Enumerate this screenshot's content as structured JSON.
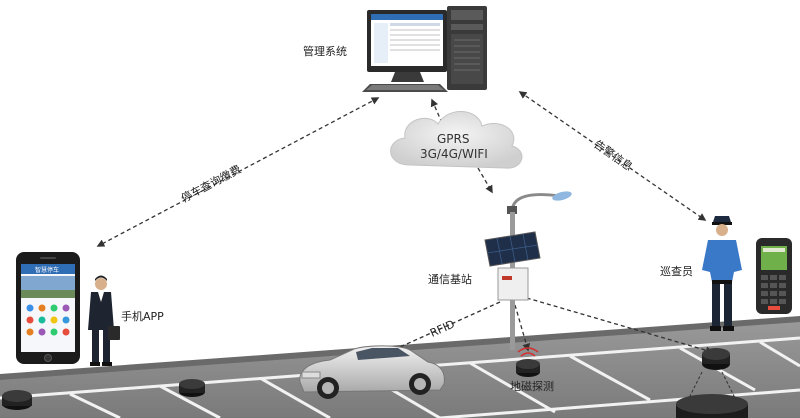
{
  "nodes": {
    "management": "管理系统",
    "base_station": "通信基站",
    "phone_app": "手机APP",
    "inspector": "巡查员",
    "sensor": "地磁探测"
  },
  "network": {
    "line1": "GPRS",
    "line2": "3G/4G/WIFI"
  },
  "links": {
    "left": "停车查询缴费",
    "right": "告警信息",
    "rfid": "RFID"
  },
  "phone_screen": {
    "banner": "智慧停车"
  },
  "colors": {
    "road": "#8c8c8c",
    "road_edge": "#6f6f6f",
    "parking_line": "#f2f2f2",
    "cloud": "#d9d9d9",
    "dash": "#333333",
    "monitor_blue": "#2f6db5",
    "police_blue": "#3a78c8"
  }
}
